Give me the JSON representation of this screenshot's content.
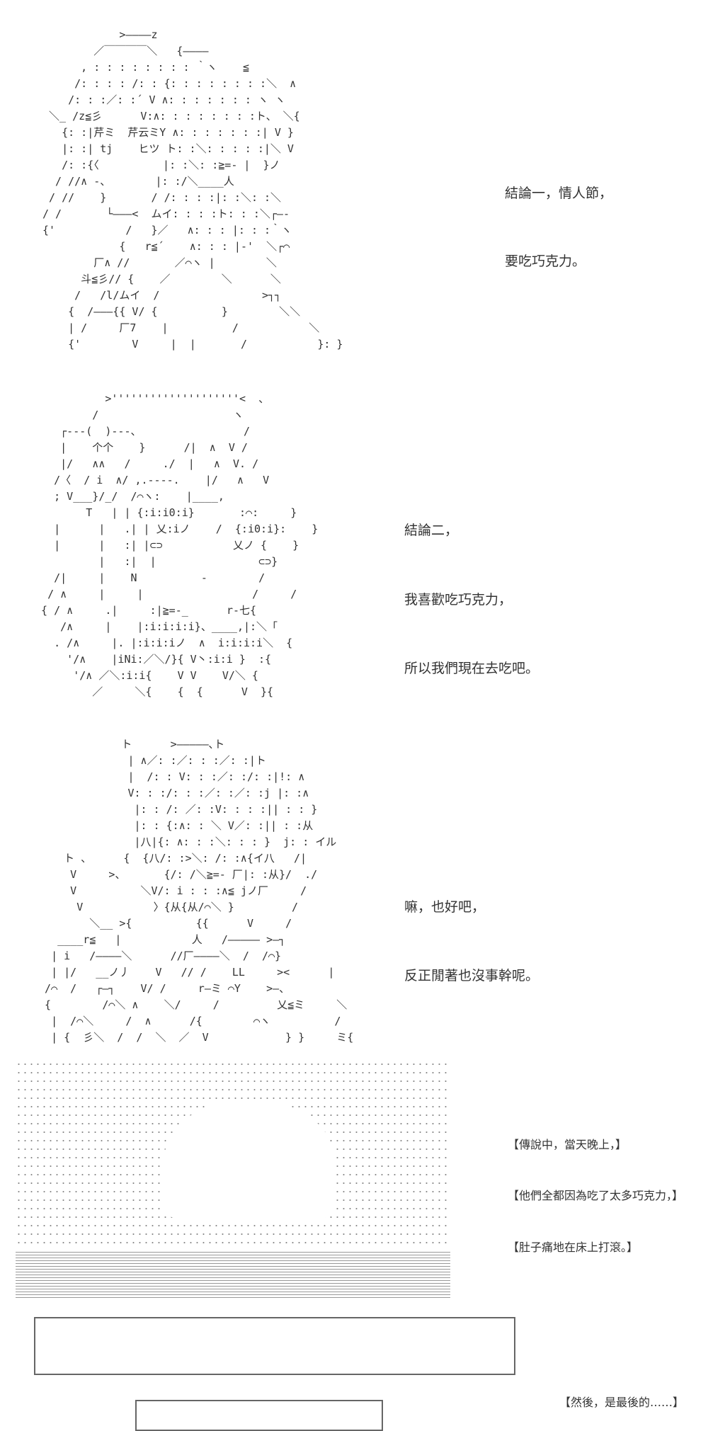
{
  "panel1": {
    "art": "            >――――z\n        ／￣￣￣￣＼   {――――\n      , : : : : : : : : ｀ヽ    ≦\n     /: : : : /: : {: : : : : : : :＼  ∧\n    /: : :／: :´ V ∧: : : : : : : ヽ ヽ\n ＼_ /z≦彡      V:∧: : : : : : : :ト、 ＼{\n   {: :|芹ミ  芹云ミY ∧: : : : : : :| V }\n   |: :| tj    ヒツ ト: :＼: : : : :|＼ V\n   /: :{〈          |: :＼: :≧=‐ |  }ノ\n  / //∧ ‐、       |: :/＼____人\n / //    }       / /: : : :|: :＼: :＼\n/ /       └―――<  ムイ: : : :ト: : :＼┌―‐\n{'           /   }／   ∧: : : |: : :｀ヽ\n            {   r≦´    ∧: : : |‐'  ＼┌⌒\n        厂∧ //       ／⌒ヽ |        ＼\n      斗≦彡// {    ／        ＼      ＼\n     /   /l/ムイ  /                >┐┐\n    {  /―――{{ V/ {          }        ＼＼\n    | /     厂7    |          /           ＼\n    {'        V     |  |       /           }: }"
  },
  "caption1": {
    "line1": "結論一，情人節，",
    "line2": "要吃巧克力。"
  },
  "panel2": {
    "art": "            >''''''''''''''''''''<  、\n          /                     ヽ\n     ┌---(  )---、                /\n     |    个个    }      /|  ∧  V /\n     |/   ∧∧   /     ./  |   ∧  V. /\n    /〈  / i  ∧/ ,.----.    |/   ∧   V\n    ; V___}/_/  /⌒ヽ:    |____,\n         T   | | {:i:i0:i}       :⌒:     }\n    |      |   .| | 乂:iノ    /  {:i0:i}:    }\n    |      |   :| |⊂⊃           乂ノ {    }\n           |   :|  |                ⊂⊃}\n    /|     |    N          -        /\n   / ∧     |     |                 /     /\n  { / ∧     .|     :|≧=-_      r‐七{\n     /∧     |    |:i:i:i:i}、____,|:＼「\n    . /∧     |. |:i:i:iノ  ∧  i:i:i:i＼  {\n      '/∧    |iNi:／＼/}{ V丶:i:i }  :{\n       '/∧ ／＼:i:i{    V V    V/＼ {\n          ／     ＼{    {  {      V  }{"
  },
  "caption2": {
    "line1": "結論二，",
    "line2": "我喜歡吃巧克力，",
    "line3": "所以我們現在去吃吧。"
  },
  "panel3": {
    "art": "              ト      >―――――､ト\n               | ∧／: :／: : :／: :|ト\n               |  /: : V: : :／: :/: :|!: ∧\n               V: : :/: : :／: :／: :j |: :∧\n                |: : /: ／: :V: : : :|| : : }\n                |: : {:∧: : ＼ V／: :|| : :从\n                |八|{: ∧: : :＼: : : }  j: : イル\n     ト 、     {  {八/: :>＼: /: :∧{イ八   /|\n      V     >、      {/: /＼≧=‐ 厂|: :从}/  ./\n      V          ＼V/: i : : :∧≦ jノ厂     /\n       V           〉{从{从/⌒＼ }         /\n         ＼__ >{          {{      V     /\n    ____r≦   |           人   /――――― >―┐\n   | i   /――――＼      //厂――――＼  /  /⌒}\n   | |/   __ノ丿    V   // /    LL     ><      |\n  /⌒  /   ┌―┐    V/ /     r―ミ ⌒Y    >―、\n  {        /⌒＼ ∧    ＼/     /         乂≦ミ     ＼\n   |  /⌒＼     /  ∧      /{        ⌒ヽ          /\n   | {  彡＼  /  /  ＼  ／  V            } }     ミ{"
  },
  "caption3": {
    "line1": "嘛，也好吧，",
    "line2": "反正閒著也沒事幹呢。"
  },
  "caption4": {
    "line1": "【傳說中，當天晚上，】",
    "line2": "【他們全都因為吃了太多巧克力，】",
    "line3": "【肚子痛地在床上打滾。】"
  },
  "caption5": {
    "line1": "【然後，是最後的……】"
  }
}
